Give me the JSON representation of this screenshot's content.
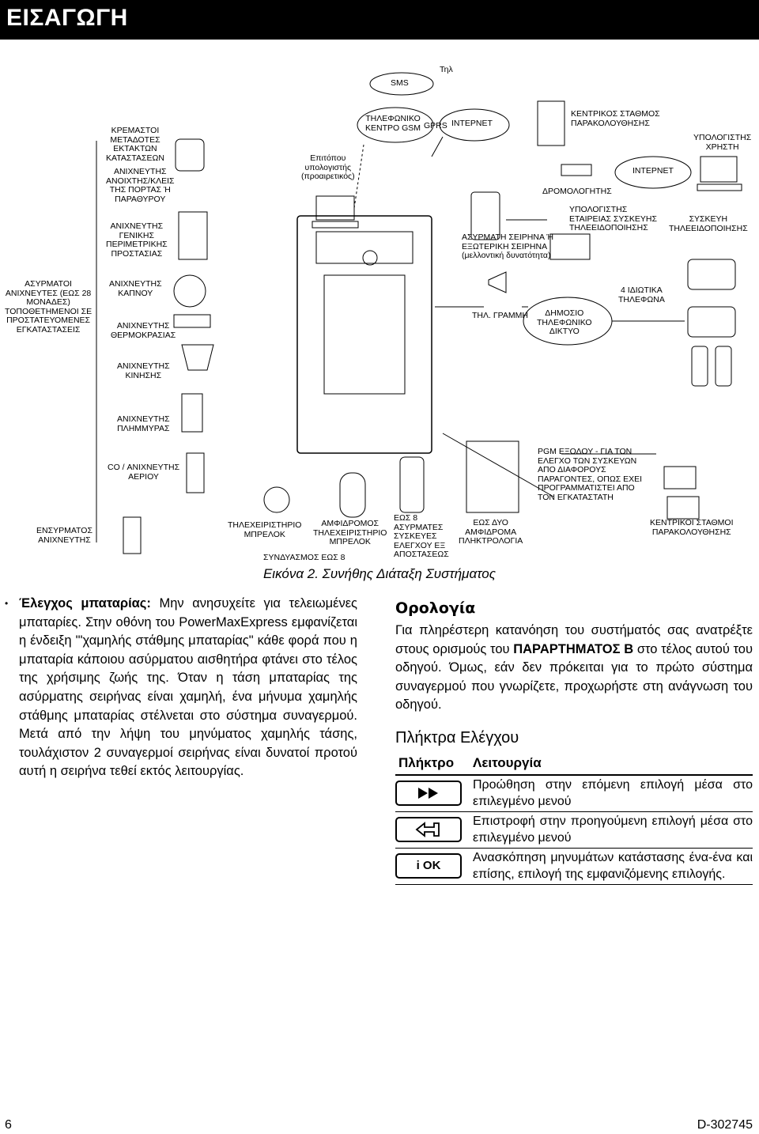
{
  "header": {
    "title": "ΕΙΣΑΓΩΓΗ"
  },
  "diagram": {
    "labels": {
      "sms": "SMS",
      "phone": "Τηλ",
      "gsm_center": "ΤΗΛΕΦΩΝΙΚΟ\nΚΕΝΤΡΟ GSM",
      "gprs": "GPRS",
      "internet_top": "INTEPNET",
      "central_station": "ΚΕΝΤΡΙΚΟΣ ΣΤΑΘΜΟΣ\nΠΑΡΑΚΟΛΟΥΘΗΣΗΣ",
      "on_site_pc": "Επιτόπου\nυπολογιστής\n(προαιρετικός)",
      "router": "ΔΡΟΜΟΛΟΓΗΤΗΣ",
      "internet_right": "INTEPNET",
      "user_pc": "ΥΠΟΛΟΓΙΣΤΗΣ\nΧΡΗΣΤΗ",
      "hanging_transmitters": "ΚΡΕΜΑΣΤΟΙ\nΜΕΤΑΔΟΤΕΣ\nΕΚΤΑΚΤΩΝ\nΚΑΤΑΣΤΑΣΕΩΝ",
      "door_detector": "ΑΝΙΧΝΕΥΤΗΣ\nΑΝΟΙΧΤΗΣ/ΚΛΕΙΣ\nΤΗΣ ΠΟΡΤΑΣ Ή\nΠΑΡΑΘΥΡΟΥ",
      "perimeter_detector": "ΑΝΙΧΝΕΥΤΗΣ\nΓΕΝΙΚΗΣ\nΠΕΡΙΜΕΤΡΙΚΗΣ\nΠΡΟΣΤΑΣΙΑΣ",
      "wireless_siren": "ΑΣΥΡΜΑΤΗ ΣΕΙΡΗΝΑ Ή\nΕΞΩΤΕΡΙΚΗ ΣΕΙΡΗΝΑ\n(μελλοντική δυνατότητα)",
      "company_pc": "ΥΠΟΛΟΓΙΣΤΗΣ\nΕΤΑΙΡΕΙΑΣ ΣΥΣΚΕΥΗΣ\nΤΗΛΕΕΙΔΟΠΟΙΗΣΗΣ",
      "notification_device": "ΣΥΣΚΕΥΗ\nΤΗΛΕΕΙΔΟΠΟΙΗΣΗΣ",
      "wireless_detectors": "ΑΣΥΡΜΑΤΟΙ\nΑΝΙΧΝΕΥΤΕΣ (ΕΩΣ 28\nΜΟΝΑΔΕΣ)\nΤΟΠΟΘΕΤΗΜΕΝΟΙ ΣΕ\nΠΡΟΣΤΑΤΕΥΟΜΕΝΕΣ\nΕΓΚΑΤΑΣΤΑΣΕΙΣ",
      "smoke_detector": "ΑΝΙΧΝΕΥΤΗΣ\nΚΑΠΝΟΥ",
      "temp_detector": "ΑΝΙΧΝΕΥΤΗΣ\nΘΕΡΜΟΚΡΑΣΙΑΣ",
      "phone_line": "ΤΗΛ. ΓΡΑΜΜΗ",
      "public_network": "ΔΗΜΟΣΙΟ\nΤΗΛΕΦΩΝΙΚΟ\nΔΙΚΤΥΟ",
      "private_phones": "4 ΙΔΙΩΤΙΚΑ\nΤΗΛΕΦΩΝΑ",
      "motion_detector": "ΑΝΙΧΝΕΥΤΗΣ\nΚΙΝΗΣΗΣ",
      "flood_detector": "ΑΝΙΧΝΕΥΤΗΣ\nΠΛΗΜΜΥΡΑΣ",
      "co_gas_detector": "CO / ΑΝΙΧΝΕΥΤΗΣ\nΑΕΡΙΟΥ",
      "pgm_output": "PGM ΕΞΟΔΟΥ - ΓΙΑ ΤΟΝ\nΕΛΕΓΧΟ ΤΩΝ ΣΥΣΚΕΥΩΝ\nΑΠΟ ΔΙΑΦΟΡΟΥΣ\nΠΑΡΑΓΟΝΤΕΣ, ΟΠΩΣ ΕΧΕΙ\nΠΡΟΓΡΑΜΜΑΤΙΣΤΕΙ ΑΠΟ\nΤΟΝ ΕΓΚΑΤΑΣΤΑΤΗ",
      "wired_detector": "ΕΝΣΥΡΜΑΤΟΣ\nΑΝΙΧΝΕΥΤΗΣ",
      "keyfob": "ΤΗΛΕΧΕΙΡΙΣΤΗΡΙΟ\nΜΠΡΕΛΟΚ",
      "twoway_keyfob": "ΑΜΦΙΔΡΟΜΟΣ\nΤΗΛΕΧΕΙΡΙΣΤΗΡΙΟ\nΜΠΡΕΛΟΚ",
      "pairing": "ΣΥΝΔΥΑΣΜΟΣ ΕΩΣ 8",
      "remote_controls": "ΕΩΣ 8\nΑΣΥΡΜΑΤΕΣ\nΣΥΣΚΕΥΕΣ\nΕΛΕΓΧΟΥ ΕΞ\nΑΠΟΣΤΑΣΕΩΣ",
      "keypads": "ΕΩΣ ΔΥΟ\nΑΜΦΙΔΡΟΜΑ\nΠΛΗΚΤΡΟΛΟΓΙΑ",
      "central_stations": "ΚΕΝΤΡΙΚΟΙ ΣΤΑΘΜΟΙ\nΠΑΡΑΚΟΛΟΥΘΗΣΗΣ"
    },
    "caption": "Εικόνα 2. Συνήθης Διάταξη Συστήματος"
  },
  "battery": {
    "bullet": "•",
    "title": "Έλεγχος μπαταρίας:",
    "text": " Μην ανησυχείτε για τελειωμένες μπαταρίες. Στην οθόνη του PowerMaxExpress εμφανίζεται η ένδειξη '\"χαμηλής στάθμης μπαταρίας\" κάθε φορά που η μπαταρία κάποιου ασύρματου αισθητήρα φτάνει στο τέλος της χρήσιμης ζωής της. Όταν η τάση μπαταρίας της ασύρματης σειρήνας είναι χαμηλή, ένα μήνυμα χαμηλής στάθμης μπαταρίας στέλνεται στο σύστημα συναγερμού. Μετά από την λήψη του μηνύματος χαμηλής τάσης, τουλάχιστον 2 συναγερμοί σειρήνας είναι δυνατοί προτού αυτή η σειρήνα τεθεί εκτός λειτουργίας."
  },
  "terminology": {
    "heading": "Ορολογία",
    "text_before": "Για πληρέστερη κατανόηση του συστήματός σας ανατρέξτε στους ορισμούς του ",
    "text_bold": "ΠΑΡΑΡΤΗΜΑΤΟΣ Β",
    "text_after": " στο τέλος αυτού του οδηγού. Όμως, εάν δεν πρόκειται για το πρώτο σύστημα συναγερμού που γνωρίζετε, προχωρήστε στη ανάγνωση του οδηγού."
  },
  "control_keys": {
    "heading": "Πλήκτρα Ελέγχου",
    "col_key": "Πλήκτρο",
    "col_function": "Λειτουργία",
    "rows": [
      {
        "icon": "fast-forward-icon",
        "function": "Προώθηση στην επόμενη επιλογή μέσα στο επιλεγμένο μενού"
      },
      {
        "icon": "back-arrow-icon",
        "function": "Επιστροφή στην προηγούμενη επιλογή μέσα στο επιλεγμένο μενού"
      },
      {
        "icon": "ok-icon",
        "key_label": "i OK",
        "function": "Ανασκόπηση μηνυμάτων κατάστασης ένα-ένα και επίσης, επιλογή της εμφανιζόμενης επιλογής."
      }
    ]
  },
  "footer": {
    "page_number": "6",
    "doc_code": "D-302745"
  }
}
